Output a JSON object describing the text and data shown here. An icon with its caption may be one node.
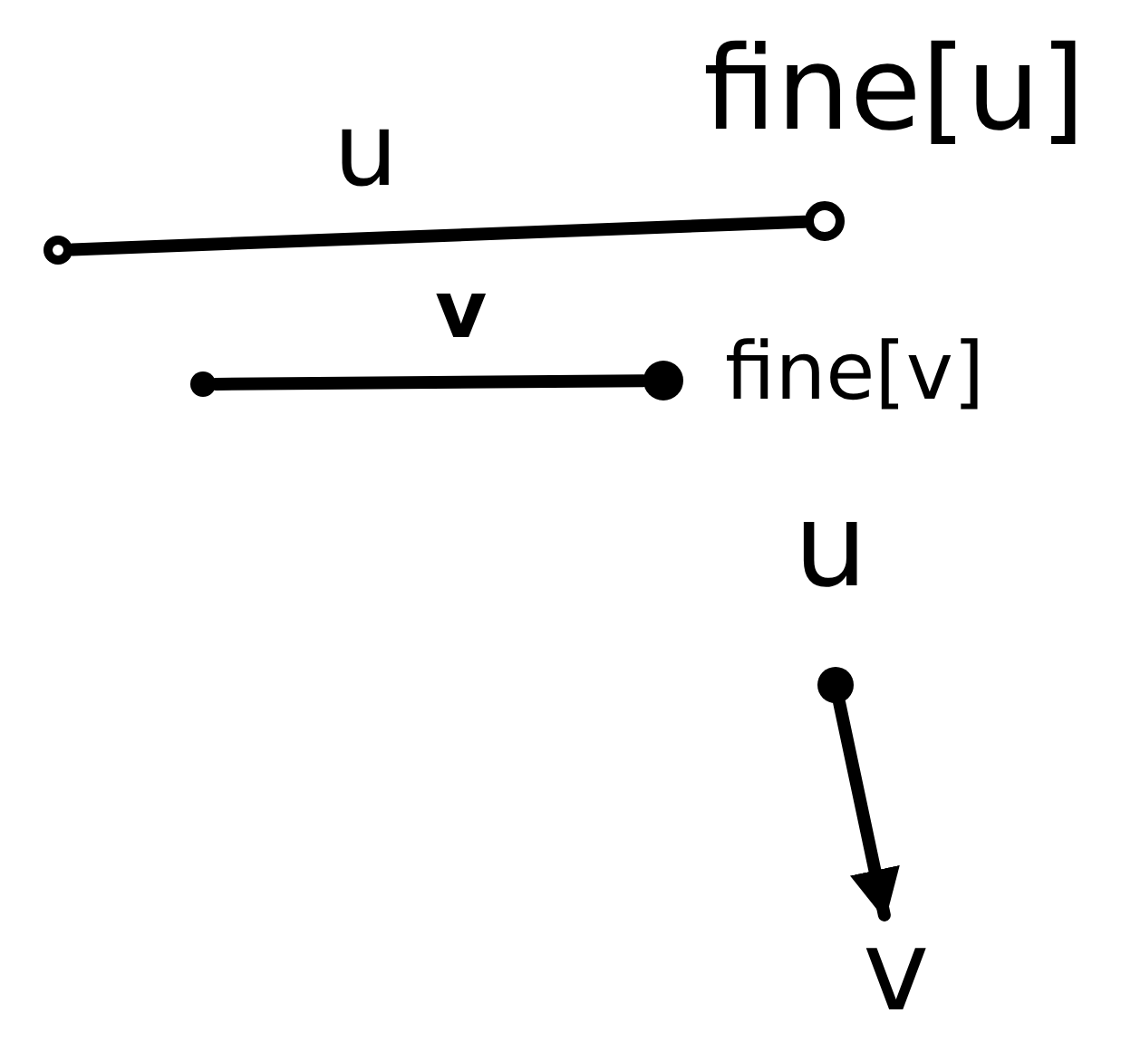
{
  "diagram": {
    "nodes": [
      {
        "text": [],
        "shape": "circle"
      },
      {
        "text": [],
        "shape": "circle",
        "beside": [
          "fine[u]"
        ]
      },
      {
        "text": [],
        "shape": "circle"
      },
      {
        "text": [],
        "shape": "circle",
        "beside": [
          "fine[v]"
        ]
      },
      {
        "text": [],
        "shape": "circle",
        "beside": [
          "u"
        ]
      },
      {
        "text": [
          "v"
        ]
      }
    ],
    "edges": [
      {
        "from": 0,
        "to": 1,
        "arrow": "none",
        "label": "u"
      },
      {
        "from": 2,
        "to": 3,
        "arrow": "none",
        "label": "v"
      },
      {
        "from": 4,
        "to": 5,
        "arrow": "to"
      }
    ]
  }
}
